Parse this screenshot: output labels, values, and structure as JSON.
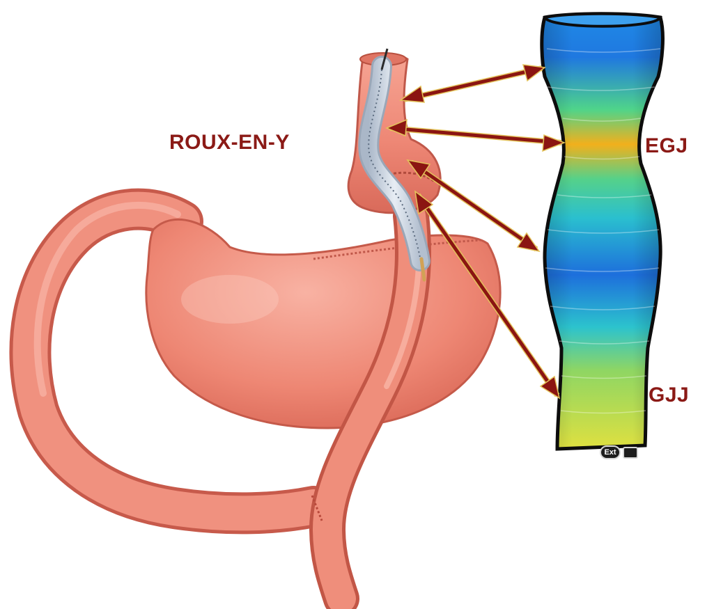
{
  "labels": {
    "procedure": "ROUX-EN-Y",
    "egj": "EGJ",
    "gjj": "GJJ"
  },
  "badge": {
    "ext_text": "Ext"
  },
  "colors": {
    "label_red": "#8b1a16",
    "arrow_red": "#8b1512",
    "arrow_outline": "#e3c25a",
    "tissue": "#ef8b78",
    "tissue_shadow": "#cf5f4f",
    "catheter": "#cfd8e4",
    "colormap": [
      "#1f8ae6",
      "#27b6d4",
      "#4bd08a",
      "#f3b21a",
      "#e8e24a"
    ]
  }
}
